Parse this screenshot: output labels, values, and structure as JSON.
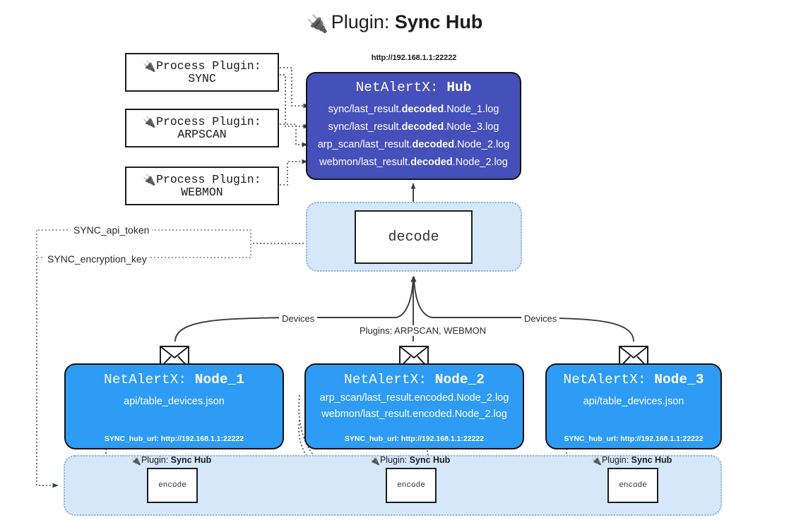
{
  "title": {
    "icon": "plug-icon",
    "prefix": "Plugin:",
    "name": "Sync Hub"
  },
  "process_plugins": [
    {
      "icon": "plug-icon",
      "line1": "Process Plugin:",
      "line2": "SYNC"
    },
    {
      "icon": "plug-icon",
      "line1": "Process Plugin:",
      "line2": "ARPSCAN"
    },
    {
      "icon": "plug-icon",
      "line1": "Process Plugin:",
      "line2": "WEBMON"
    }
  ],
  "hub": {
    "url": "http://192.168.1.1:22222",
    "title_prefix": "NetAlertX:",
    "title_name": "Hub",
    "color": "#4550ba",
    "logs": [
      {
        "pre": "sync/last_result.",
        "mid": "decoded",
        "post": ".Node_1.log"
      },
      {
        "pre": "sync/last_result.",
        "mid": "decoded",
        "post": ".Node_3.log"
      },
      {
        "pre": "arp_scan/last_result.",
        "mid": "decoded",
        "post": ".Node_2.log"
      },
      {
        "pre": "webmon/last_result.",
        "mid": "decoded",
        "post": ".Node_2.log"
      }
    ]
  },
  "decode": {
    "label": "decode",
    "band_color": "#d5e7f9"
  },
  "edge_labels": {
    "devices_left": "Devices",
    "devices_right": "Devices",
    "plugins_middle": "Plugins: ARPSCAN, WEBMON",
    "api_token": "SYNC_api_token",
    "encryption_key": "SYNC_encryption_key"
  },
  "nodes": [
    {
      "title_prefix": "NetAlertX:",
      "title_name": "Node_1",
      "color": "#2e9bf4",
      "lines": [
        {
          "pre": "api/table_devices.json",
          "mid": "",
          "post": ""
        }
      ],
      "footer": "SYNC_hub_url: http://192.168.1.1:22222",
      "icon": "envelope-icon"
    },
    {
      "title_prefix": "NetAlertX:",
      "title_name": "Node_2",
      "color": "#2e9bf4",
      "lines": [
        {
          "pre": "arp_scan/last_result.encoded.Node_2.log",
          "mid": "",
          "post": ""
        },
        {
          "pre": "webmon/last_result.encoded.Node_2.log",
          "mid": "",
          "post": ""
        }
      ],
      "footer": "SYNC_hub_url: http://192.168.1.1:22222",
      "icon": "envelope-icon"
    },
    {
      "title_prefix": "NetAlertX:",
      "title_name": "Node_3",
      "color": "#2e9bf4",
      "lines": [
        {
          "pre": "api/table_devices.json",
          "mid": "",
          "post": ""
        }
      ],
      "footer": "SYNC_hub_url: http://192.168.1.1:22222",
      "icon": "envelope-icon"
    }
  ],
  "encoders": [
    {
      "icon": "plug-icon",
      "caption_prefix": "Plugin:",
      "caption_name": "Sync Hub",
      "label": "encode"
    },
    {
      "icon": "plug-icon",
      "caption_prefix": "Plugin:",
      "caption_name": "Sync Hub",
      "label": "encode"
    },
    {
      "icon": "plug-icon",
      "caption_prefix": "Plugin:",
      "caption_name": "Sync Hub",
      "label": "encode"
    }
  ]
}
